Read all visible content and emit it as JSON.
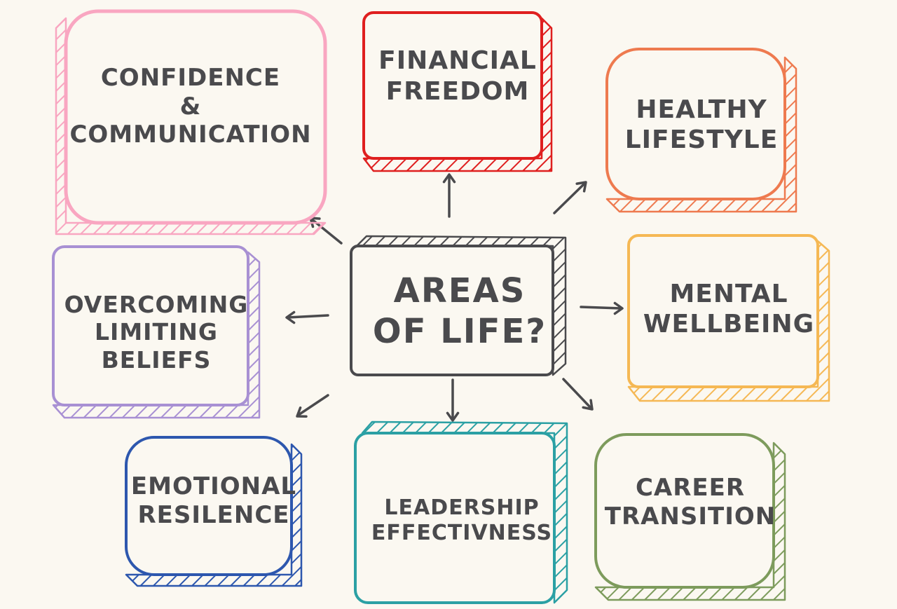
{
  "palette": {
    "background": "#fbf8f1",
    "text": "#4a4a4d",
    "arrow": "#4a4a4d"
  },
  "center": {
    "label": "AREAS\nOF LIFE?",
    "color": "#4a4a4d"
  },
  "boxes": [
    {
      "id": "confidence-communication",
      "label": "CONFIDENCE\n&\nCOMMUNICATION",
      "color": "#f9a6c1"
    },
    {
      "id": "financial-freedom",
      "label": "FINANCIAL\nFREEDOM",
      "color": "#df1f1f"
    },
    {
      "id": "healthy-lifestyle",
      "label": "HEALTHY\nLIFESTYLE",
      "color": "#ee7a4f"
    },
    {
      "id": "mental-wellbeing",
      "label": "MENTAL\nWELLBEING",
      "color": "#f5b854"
    },
    {
      "id": "career-transition",
      "label": "CAREER\nTRANSITION",
      "color": "#7d9b5c"
    },
    {
      "id": "leadership-effectivness",
      "label": "LEADERSHIP\nEFFECTIVNESS",
      "color": "#2ba0a4"
    },
    {
      "id": "emotional-resilence",
      "label": "EMOTIONAL\nRESILENCE",
      "color": "#2d57ae"
    },
    {
      "id": "overcoming-limiting-beliefs",
      "label": "OVERCOMING\nLIMITING\nBELIEFS",
      "color": "#a890d3"
    }
  ],
  "connections": [
    {
      "from": "areas-of-life",
      "to": "confidence-communication"
    },
    {
      "from": "areas-of-life",
      "to": "financial-freedom"
    },
    {
      "from": "areas-of-life",
      "to": "healthy-lifestyle"
    },
    {
      "from": "areas-of-life",
      "to": "mental-wellbeing"
    },
    {
      "from": "areas-of-life",
      "to": "career-transition"
    },
    {
      "from": "areas-of-life",
      "to": "leadership-effectivness"
    },
    {
      "from": "areas-of-life",
      "to": "emotional-resilence"
    },
    {
      "from": "areas-of-life",
      "to": "overcoming-limiting-beliefs"
    }
  ]
}
